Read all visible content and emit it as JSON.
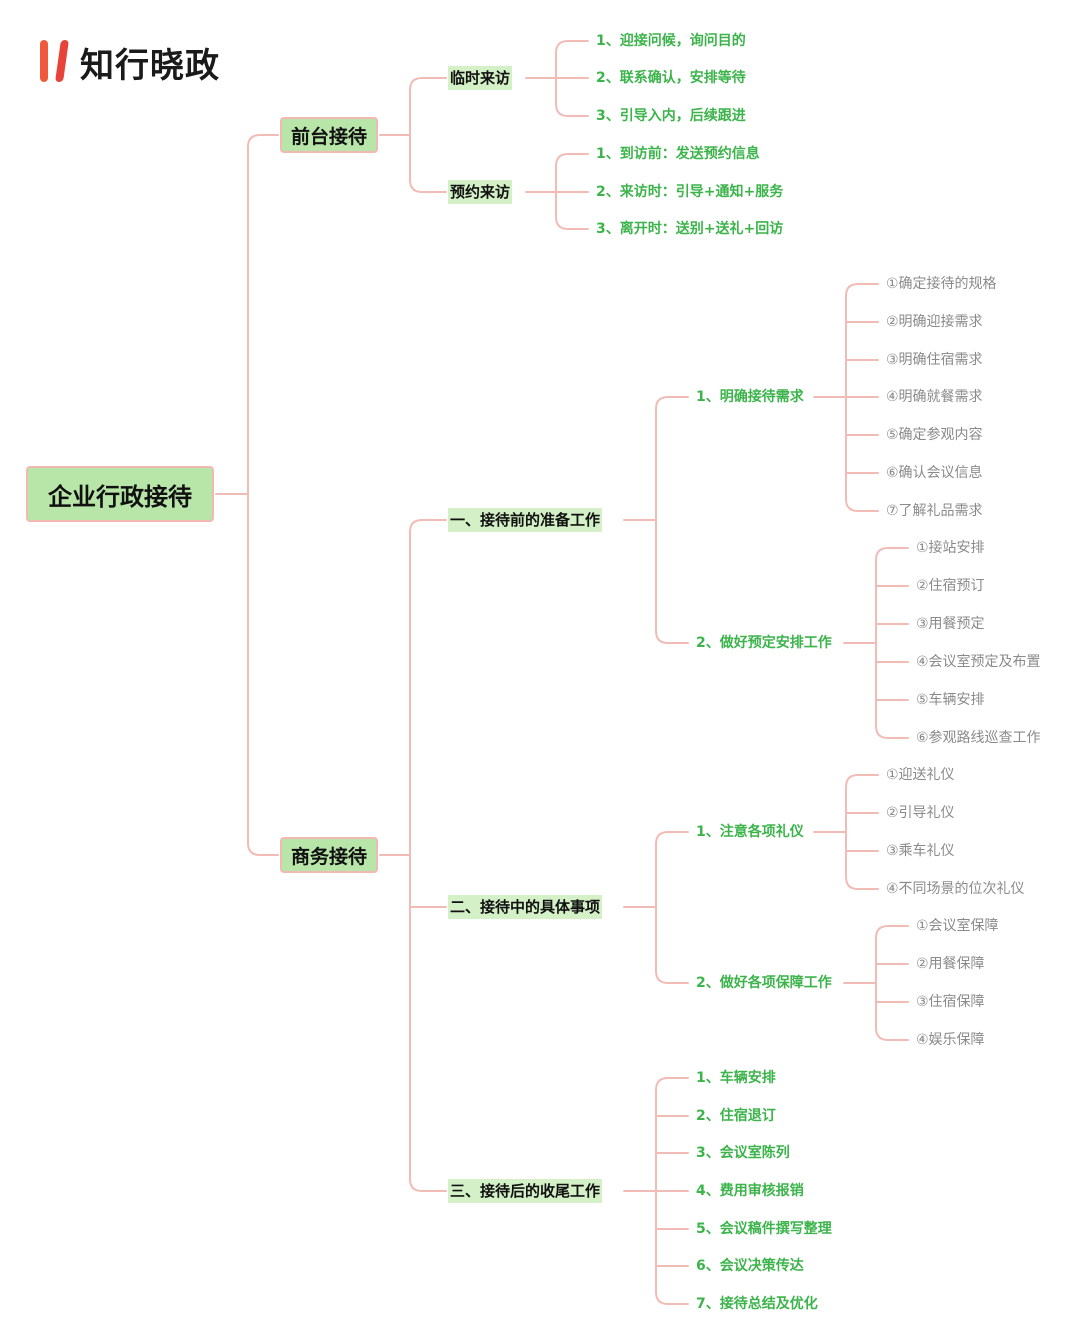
{
  "brand": {
    "name": "知行晓政",
    "bar_colors": [
      "#ef5a3c",
      "#e8433a"
    ]
  },
  "colors": {
    "connector": "#f2bcb6",
    "node_fill": "#b7e6a8",
    "node_border": "#f2b9b3",
    "leaf_green": "#3cb44b",
    "leaf_gray": "#8a8a8a"
  },
  "root": {
    "label": "企业行政接待"
  },
  "front_desk": {
    "label": "前台接待",
    "temporary": {
      "label": "临时来访",
      "items": [
        "1、迎接问候，询问目的",
        "2、联系确认，安排等待",
        "3、引导入内，后续跟进"
      ]
    },
    "appointment": {
      "label": "预约来访",
      "items": [
        "1、到访前：发送预约信息",
        "2、来访时：引导+通知+服务",
        "3、离开时：送别+送礼+回访"
      ]
    }
  },
  "business": {
    "label": "商务接待",
    "before": {
      "label": "一、接待前的准备工作",
      "needs": {
        "label": "1、明确接待需求",
        "items": [
          "①确定接待的规格",
          "②明确迎接需求",
          "③明确住宿需求",
          "④明确就餐需求",
          "⑤确定参观内容",
          "⑥确认会议信息",
          "⑦了解礼品需求"
        ]
      },
      "booking": {
        "label": "2、做好预定安排工作",
        "items": [
          "①接站安排",
          "②住宿预订",
          "③用餐预定",
          "④会议室预定及布置",
          "⑤车辆安排",
          "⑥参观路线巡查工作"
        ]
      }
    },
    "during": {
      "label": "二、接待中的具体事项",
      "etiquette": {
        "label": "1、注意各项礼仪",
        "items": [
          "①迎送礼仪",
          "②引导礼仪",
          "③乘车礼仪",
          "④不同场景的位次礼仪"
        ]
      },
      "support": {
        "label": "2、做好各项保障工作",
        "items": [
          "①会议室保障",
          "②用餐保障",
          "③住宿保障",
          "④娱乐保障"
        ]
      }
    },
    "after": {
      "label": "三、接待后的收尾工作",
      "items": [
        "1、车辆安排",
        "2、住宿退订",
        "3、会议室陈列",
        "4、费用审核报销",
        "5、会议稿件撰写整理",
        "6、会议决策传达",
        "7、接待总结及优化"
      ]
    }
  }
}
